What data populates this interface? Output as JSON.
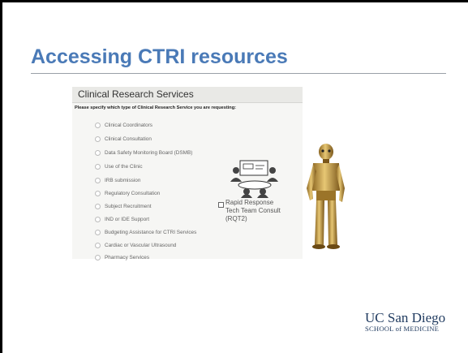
{
  "slide": {
    "title": "Accessing CTRI resources"
  },
  "form": {
    "header": "Clinical Research Services",
    "question": "Please specify which type of Clinical Research Service you are requesting:",
    "options": [
      "Clinical Coordinators",
      "Clinical Consultation",
      "Data Safety Monitoring Board (DSMB)",
      "Use of the Clinic",
      "IRB submission",
      "Regulatory Consultation",
      "Subject Recruitment",
      "IND or IDE Support",
      "Budgeting Assistance for CTRI Services",
      "Cardiac or Vascular Ultrasound",
      "Pharmacy Services"
    ],
    "rrt_label": "Rapid Response Tech Team Consult (RQT2)"
  },
  "logo": {
    "main": "UC San Diego",
    "sub": "SCHOOL of MEDICINE"
  },
  "colors": {
    "title": "#4a7ab7",
    "logo": "#1f3a5f",
    "robot_gold": "#c9a24a"
  },
  "icons": [
    "radio-icon",
    "team-meeting-icon",
    "robot-figure"
  ]
}
